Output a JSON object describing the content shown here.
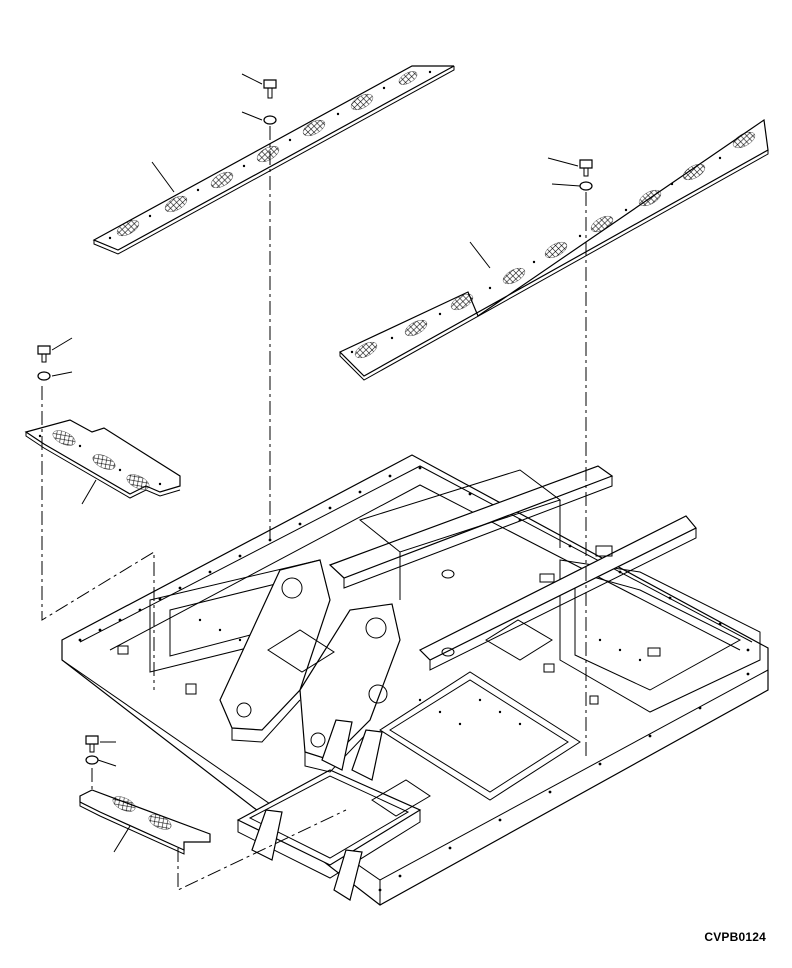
{
  "figure": {
    "code": "CVPB0124"
  },
  "colors": {
    "ink": "#000000",
    "paper": "#ffffff"
  },
  "parts": [
    "top-plate-left",
    "top-plate-right",
    "side-plate-left",
    "front-plate",
    "bolt",
    "washer",
    "main-frame"
  ]
}
